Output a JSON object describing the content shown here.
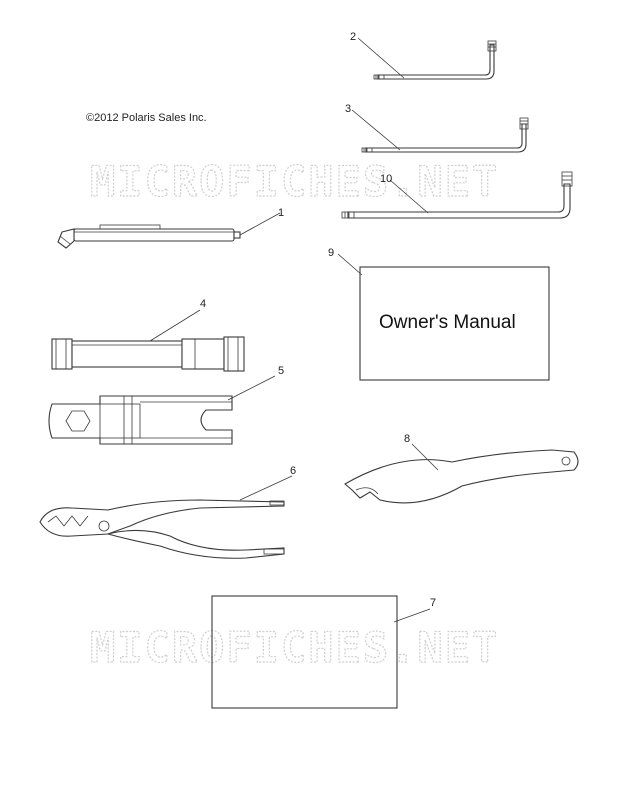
{
  "copyright": "©2012 Polaris Sales Inc.",
  "watermark": "MICROFICHES.NET",
  "manual_label": "Owner's Manual",
  "callouts": {
    "c1": "1",
    "c2": "2",
    "c3": "3",
    "c4": "4",
    "c5": "5",
    "c6": "6",
    "c7": "7",
    "c8": "8",
    "c9": "9",
    "c10": "10"
  }
}
